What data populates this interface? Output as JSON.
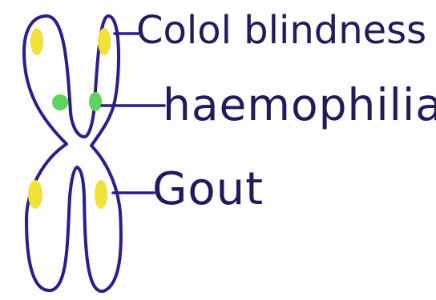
{
  "labels": {
    "color_blindness": "Colol blindness",
    "haemophilia": "haemophilia",
    "gout": "Gout"
  },
  "colors": {
    "outline": "#2a1e8a",
    "yellow_band": "#f1e23a",
    "green_band": "#5fd35a",
    "label_text": "#231a5c"
  }
}
